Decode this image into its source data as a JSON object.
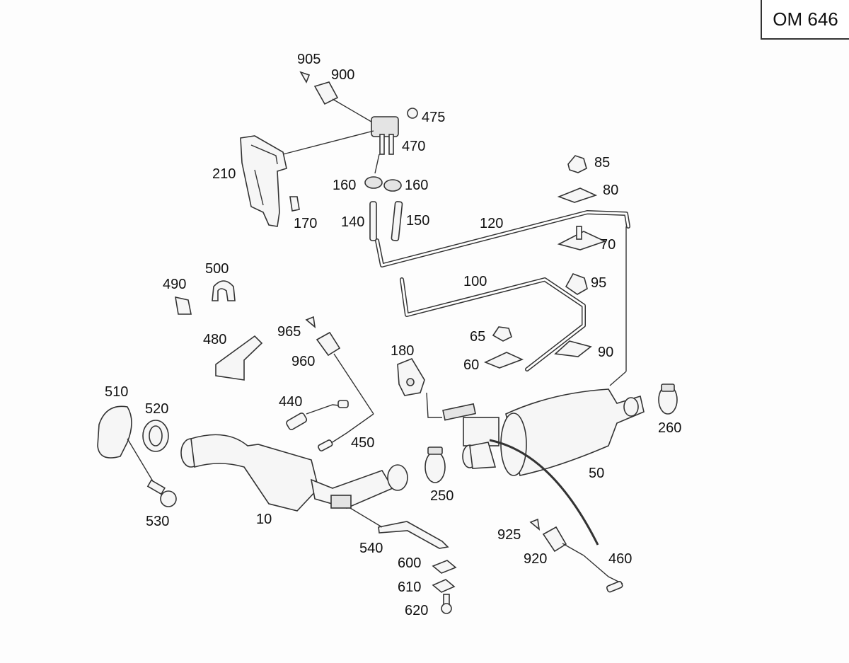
{
  "engine_code": "OM 646",
  "callouts": [
    "905",
    "900",
    "475",
    "470",
    "210",
    "160",
    "160",
    "170",
    "140",
    "150",
    "120",
    "85",
    "80",
    "70",
    "95",
    "100",
    "490",
    "500",
    "480",
    "965",
    "960",
    "180",
    "65",
    "60",
    "90",
    "510",
    "520",
    "440",
    "450",
    "260",
    "530",
    "10",
    "250",
    "50",
    "540",
    "925",
    "600",
    "920",
    "460",
    "610",
    "620"
  ]
}
